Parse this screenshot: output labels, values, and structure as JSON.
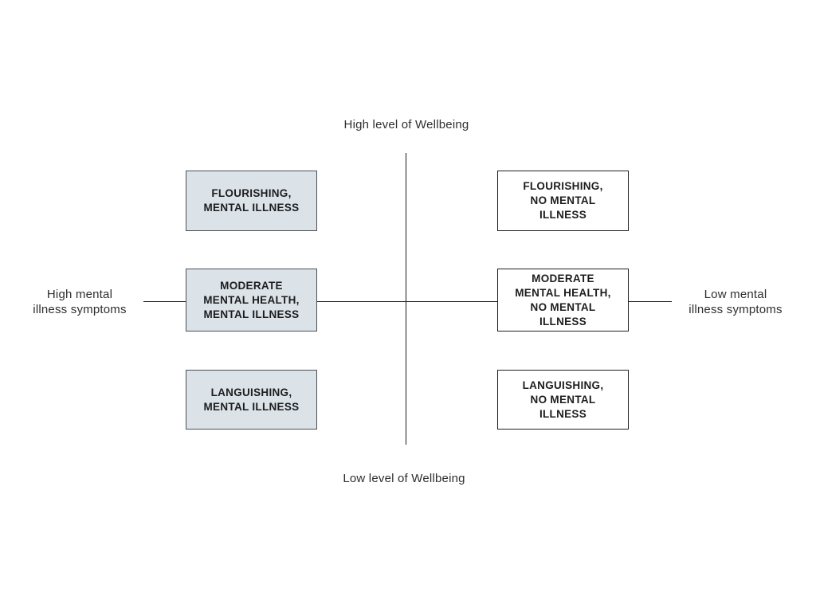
{
  "axes": {
    "top": "High level of Wellbeing",
    "bottom": "Low level of Wellbeing",
    "left": "High mental\nillness symptoms",
    "right": "Low mental\nillness symptoms"
  },
  "quadrants": {
    "top_left": "FLOURISHING,\nMENTAL ILLNESS",
    "mid_left": "MODERATE\nMENTAL HEALTH,\nMENTAL ILLNESS",
    "bottom_left": "LANGUISHING,\nMENTAL ILLNESS",
    "top_right": "FLOURISHING,\nNO MENTAL\nILLNESS",
    "mid_right": "MODERATE\nMENTAL HEALTH,\nNO MENTAL\nILLNESS",
    "bottom_right": "LANGUISHING,\nNO MENTAL\nILLNESS"
  },
  "colors": {
    "left_box_fill": "#dce3e8",
    "left_box_border": "#4a4f54",
    "right_box_fill": "#ffffff",
    "right_box_border": "#1f1f1f",
    "axis_line": "#1a1a1a",
    "box_text": "#1d1d1f",
    "label_text": "#2e2e2e",
    "background": "#ffffff"
  }
}
